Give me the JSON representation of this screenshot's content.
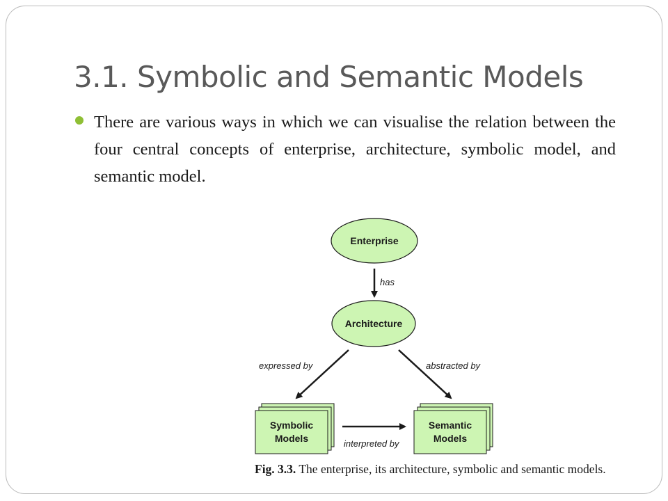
{
  "slide": {
    "title": "3.1. Symbolic and Semantic Models",
    "bullet": "There are various ways in which we can visualise the relation between the four central concepts of enterprise, architecture, symbolic model, and semantic model."
  },
  "diagram": {
    "nodes": {
      "enterprise": "Enterprise",
      "architecture": "Architecture",
      "symbolic_line1": "Symbolic",
      "symbolic_line2": "Models",
      "semantic_line1": "Semantic",
      "semantic_line2": "Models"
    },
    "edges": {
      "has": "has",
      "expressed_by": "expressed by",
      "abstracted_by": "abstracted by",
      "interpreted_by": "interpreted by"
    },
    "colors": {
      "node_fill": "#cdf5b3",
      "stroke": "#1a1a1a"
    }
  },
  "caption": {
    "label": "Fig. 3.3.",
    "text": " The enterprise, its architecture, symbolic and semantic models."
  }
}
